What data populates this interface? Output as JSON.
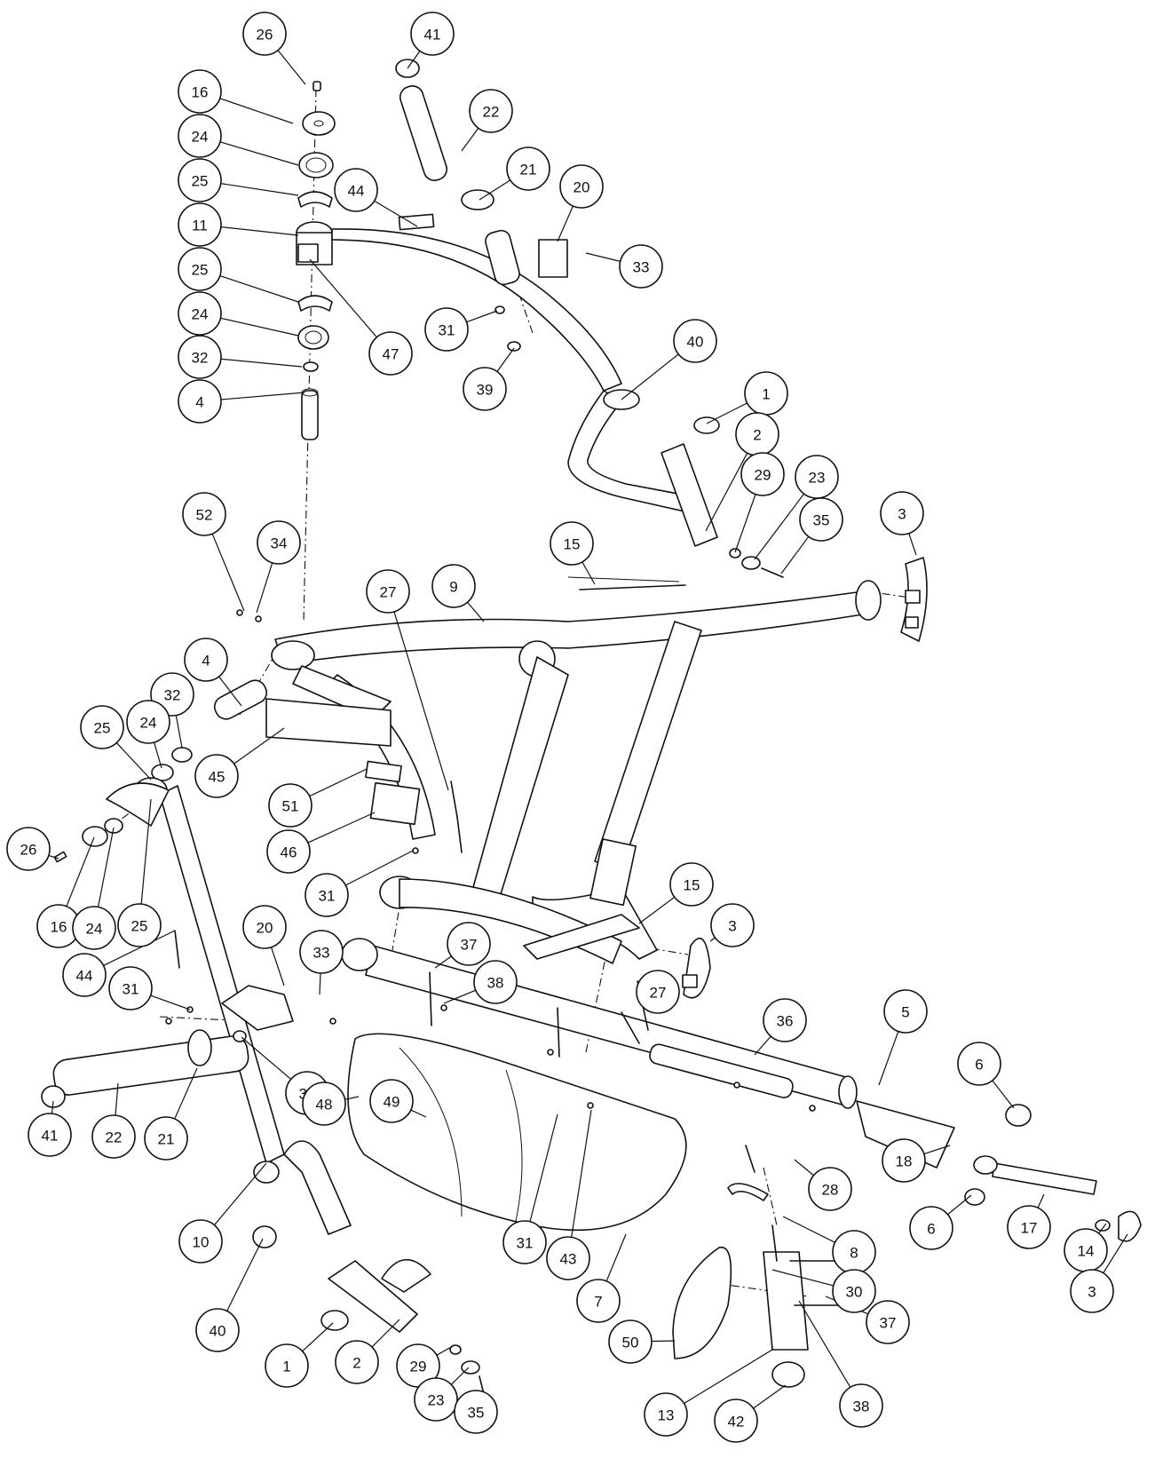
{
  "diagram": {
    "callouts": [
      "26",
      "16",
      "24",
      "25",
      "11",
      "25",
      "24",
      "32",
      "4",
      "47",
      "41",
      "22",
      "21",
      "20",
      "33",
      "31",
      "39",
      "44",
      "40",
      "1",
      "2",
      "29",
      "23",
      "35",
      "3",
      "15",
      "9",
      "27",
      "52",
      "34",
      "4",
      "32",
      "24",
      "25",
      "45",
      "51",
      "46",
      "31",
      "26",
      "16",
      "24",
      "25",
      "44",
      "20",
      "33",
      "31",
      "39",
      "41",
      "22",
      "21",
      "10",
      "40",
      "1",
      "2",
      "29",
      "23",
      "35",
      "48",
      "49",
      "37",
      "38",
      "27",
      "36",
      "5",
      "6",
      "18",
      "28",
      "8",
      "30",
      "6",
      "17",
      "14",
      "3",
      "31",
      "43",
      "7",
      "50",
      "13",
      "42",
      "38",
      "37",
      "15",
      "3"
    ]
  }
}
